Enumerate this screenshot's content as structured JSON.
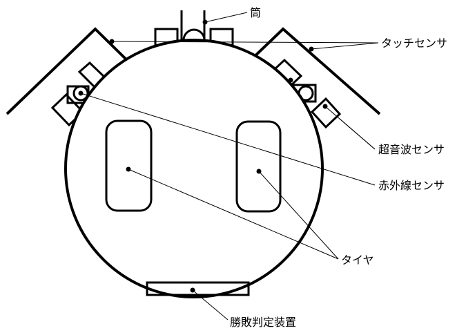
{
  "labels": {
    "tube": "筒",
    "touch_sensor": "タッチセンサ",
    "ultrasonic_sensor": "超音波センサ",
    "infrared_sensor": "赤外線センサ",
    "tire": "タイヤ",
    "judge_device": "勝敗判定装置"
  }
}
